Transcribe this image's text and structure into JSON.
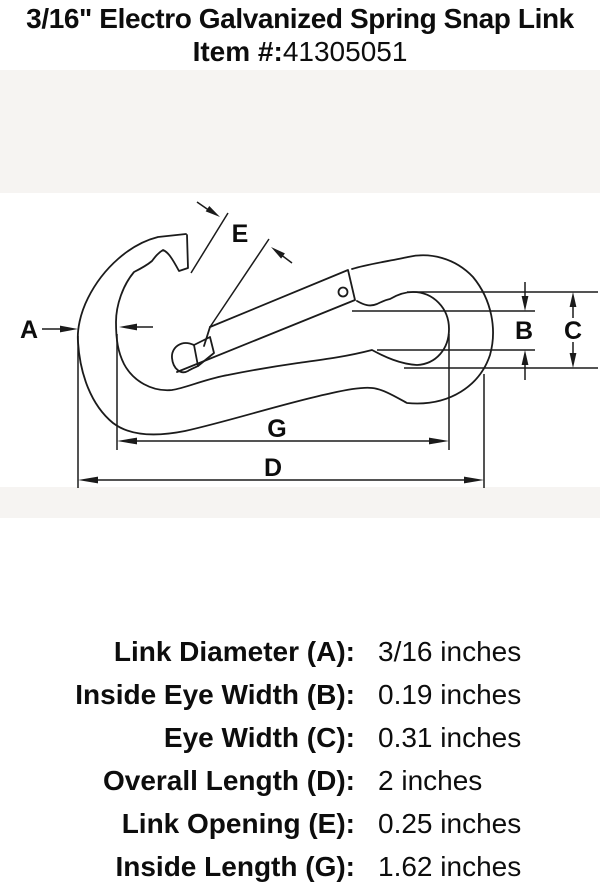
{
  "header": {
    "title": "3/16\" Electro Galvanized Spring Snap Link",
    "item_prefix": "Item #:",
    "item_number": "41305051"
  },
  "diagram": {
    "dim_labels": {
      "a": "A",
      "b": "B",
      "c": "C",
      "d": "D",
      "e": "E",
      "g": "G"
    }
  },
  "specs": {
    "rows": [
      {
        "label": "Link Diameter (A):",
        "value": "3/16 inches"
      },
      {
        "label": "Inside Eye Width (B):",
        "value": "0.19 inches"
      },
      {
        "label": "Eye Width (C):",
        "value": "0.31 inches"
      },
      {
        "label": "Overall Length (D):",
        "value": "2 inches"
      },
      {
        "label": "Link Opening (E):",
        "value": "0.25 inches"
      },
      {
        "label": "Inside Length (G):",
        "value": "1.62 inches"
      }
    ]
  }
}
